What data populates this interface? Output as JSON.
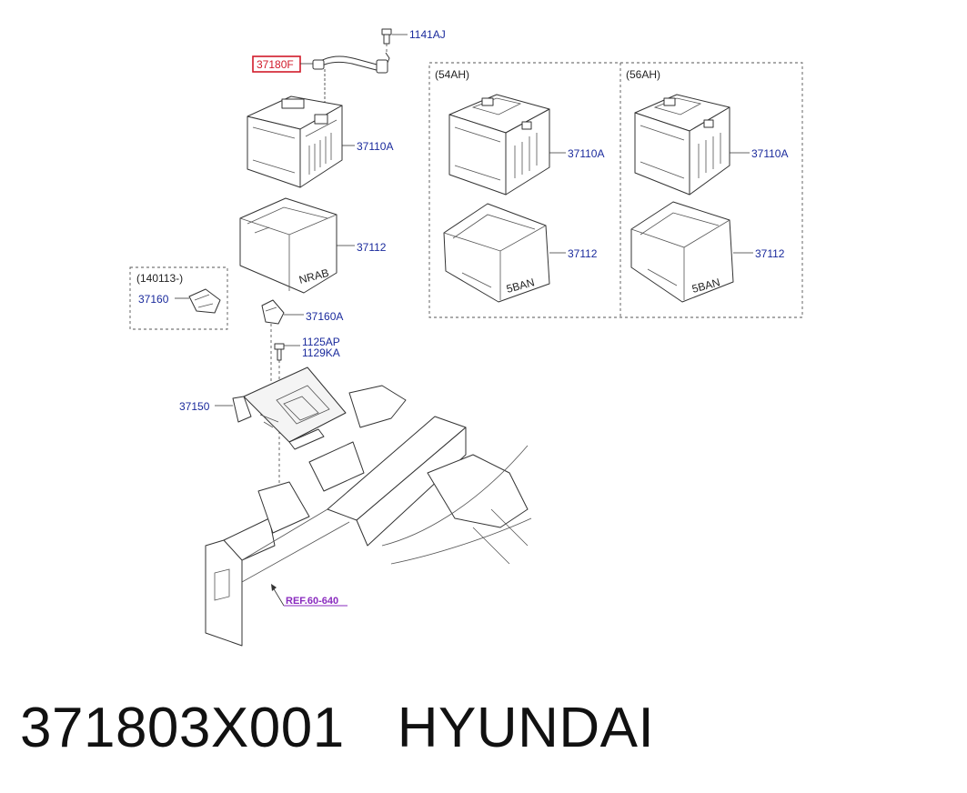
{
  "diagram": {
    "labels": {
      "p1141AJ": "1141AJ",
      "p37180F": "37180F",
      "p37110A_main": "37110A",
      "p37112_main": "37112",
      "variant_54": "(54AH)",
      "variant_56": "(56AH)",
      "p37110A_54": "37110A",
      "p37112_54": "37112",
      "p37110A_56": "37110A",
      "p37112_56": "37112",
      "date_note": "(140113-)",
      "p37160": "37160",
      "p37160A": "37160A",
      "p1125AP": "1125AP",
      "p1129KA": "1129KA",
      "p37150": "37150",
      "ref": "REF.60-640"
    },
    "highlight_color": "#d11a2a",
    "label_color": "#1a2a9c",
    "ref_color": "#8a2bbf"
  },
  "caption": {
    "part_number": "371803X001",
    "brand": "HYUNDAI"
  }
}
